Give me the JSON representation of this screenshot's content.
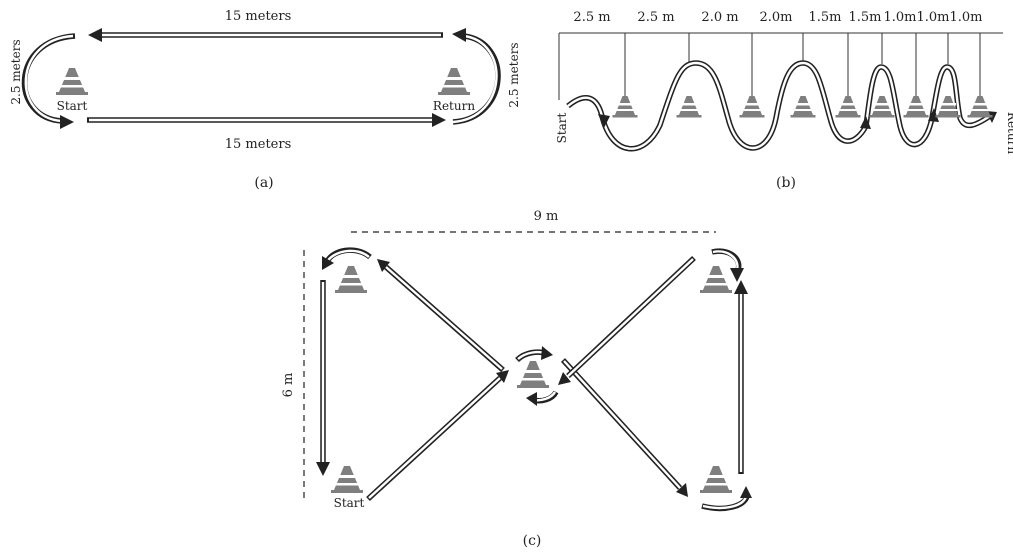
{
  "panel_a": {
    "top_distance": "15 meters",
    "bottom_distance": "15 meters",
    "left_width": "2.5 meters",
    "right_width": "2.5 meters",
    "start_label": "Start",
    "return_label": "Return",
    "caption": "(a)"
  },
  "panel_b": {
    "spacings": [
      "2.5 m",
      "2.5 m",
      "2.0 m",
      "2.0m",
      "1.5m",
      "1.5m",
      "1.0m",
      "1.0m",
      "1.0m"
    ],
    "start_label": "Start",
    "return_label": "Return",
    "caption": "(b)"
  },
  "panel_c": {
    "width_label": "9 m",
    "height_label": "6 m",
    "start_label": "Start",
    "caption": "(c)"
  },
  "colors": {
    "cone": "#808080",
    "stroke": "#222222"
  }
}
